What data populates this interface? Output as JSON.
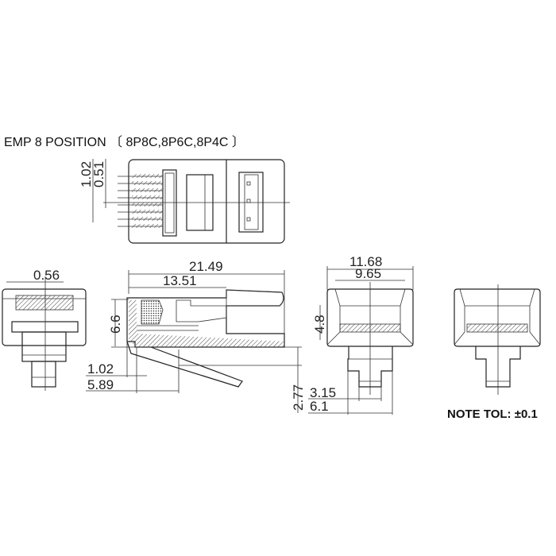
{
  "title": "EMP 8 POSITION 〔 8P8C,8P6C,8P4C 〕",
  "dimensions": {
    "top_pitch": "1.02",
    "top_contact": "0.51",
    "front_contact_width": "0.56",
    "overall_length": "21.49",
    "latch_length": "13.51",
    "height": "6.6",
    "latch_offset": "1.02",
    "latch_base": "5.89",
    "latch_height": "2.77",
    "overall_width": "11.68",
    "inner_width": "9.65",
    "contact_height": "4.8",
    "tab_inner": "3.15",
    "tab_outer": "6.1"
  },
  "note": "NOTE TOL: ±0.1"
}
